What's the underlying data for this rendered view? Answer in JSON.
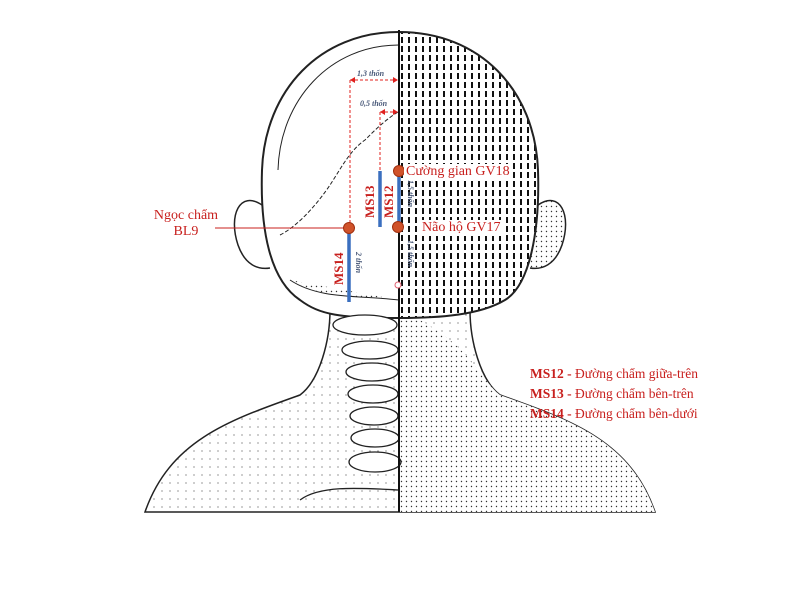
{
  "points": {
    "gv18": {
      "label": "Cường gian GV18"
    },
    "gv17": {
      "label": "Não hộ GV17"
    },
    "bl9": {
      "label_line1": "Ngọc chẩm",
      "label_line2": "BL9"
    }
  },
  "lines": {
    "ms12": "MS12",
    "ms13": "MS13",
    "ms14": "MS14"
  },
  "measurements": {
    "m1": "1,3 thốn",
    "m2": "0,5 thốn",
    "m3": "1,5 thốn",
    "m4": "1,5 thốn",
    "m5": "2 thốn"
  },
  "legend": [
    {
      "code": "MS12",
      "sep": " - ",
      "text": "Đường chẩm giữa-trên"
    },
    {
      "code": "MS13",
      "sep": " - ",
      "text": "Đường chẩm bên-trên"
    },
    {
      "code": "MS14",
      "sep": " - ",
      "text": "Đường chẩm bên-dưới"
    }
  ],
  "colors": {
    "point": "#d0522a",
    "line": "#3a6fbf",
    "label": "#c8201e",
    "dashed": "#e0201e"
  }
}
